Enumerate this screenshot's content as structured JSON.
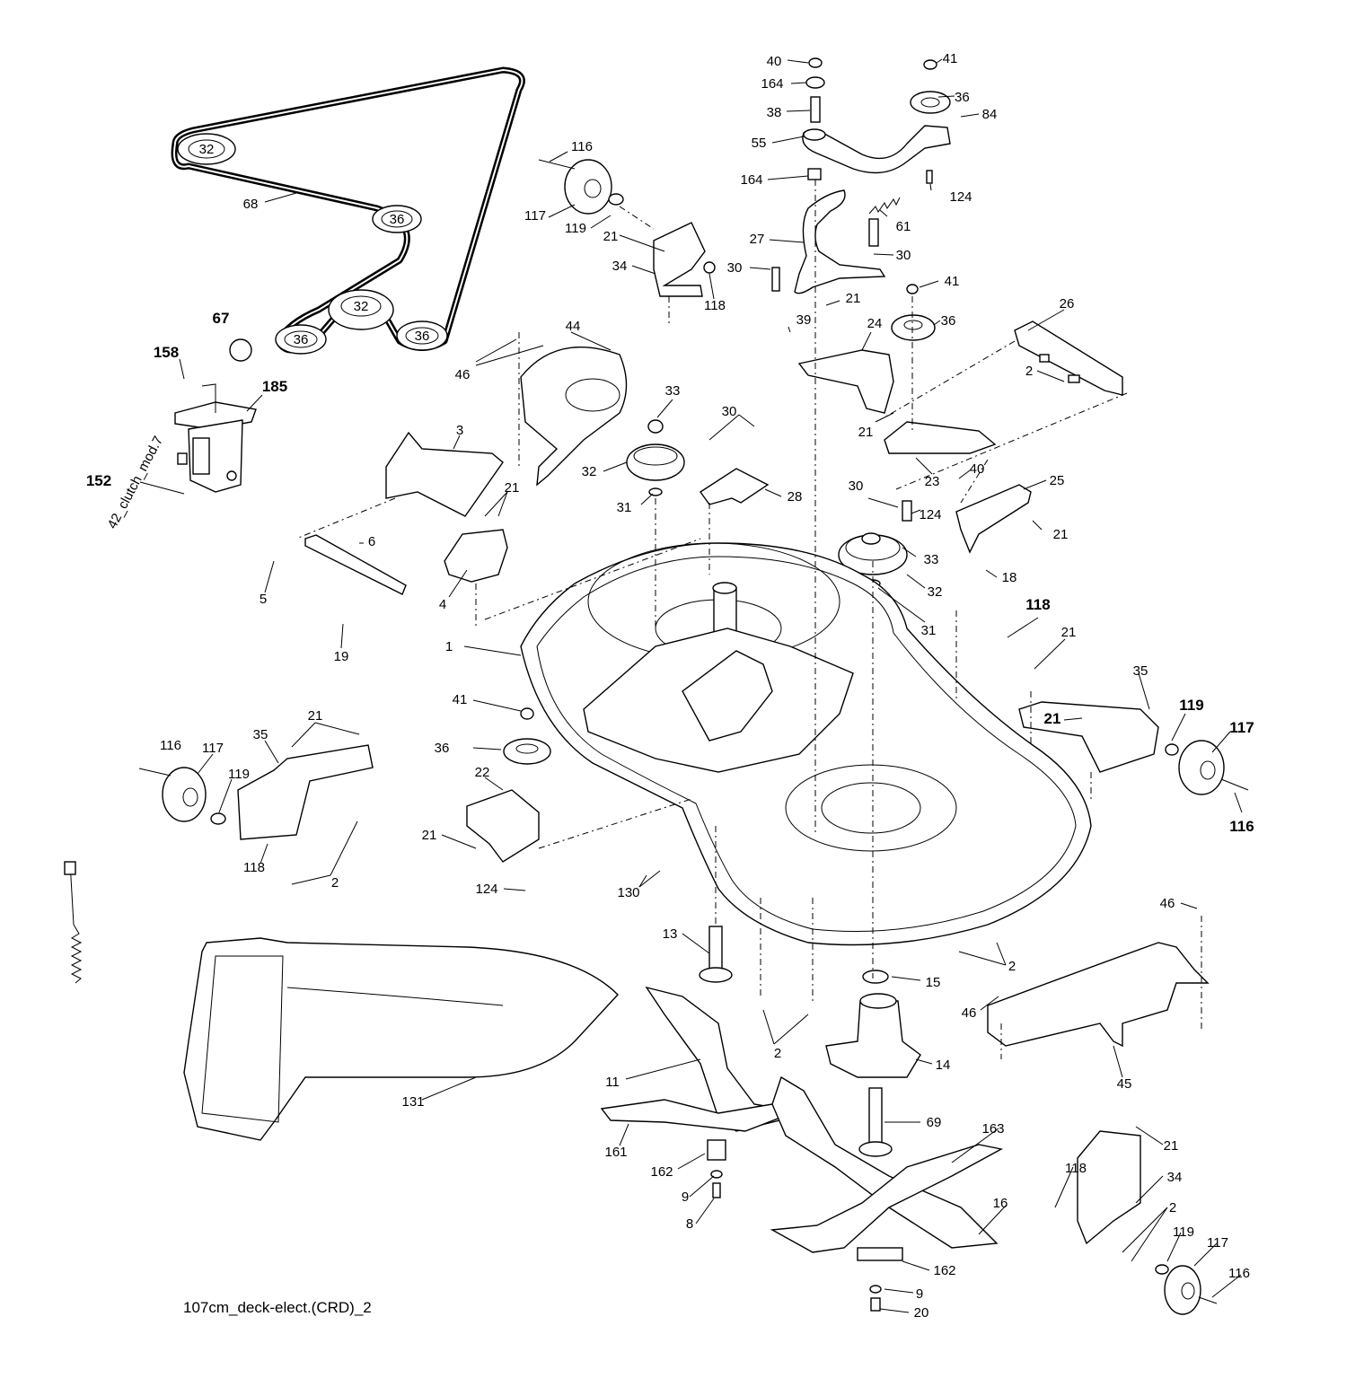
{
  "caption": "107cm_deck-elect.(CRD)_2",
  "cable_text": "42_clutch_mod.7",
  "labels": [
    {
      "id": "40a",
      "text": "40"
    },
    {
      "id": "41a",
      "text": "41"
    },
    {
      "id": "164a",
      "text": "164"
    },
    {
      "id": "36a",
      "text": "36"
    },
    {
      "id": "38",
      "text": "38"
    },
    {
      "id": "84",
      "text": "84"
    },
    {
      "id": "55",
      "text": "55"
    },
    {
      "id": "116a",
      "text": "116"
    },
    {
      "id": "164b",
      "text": "164"
    },
    {
      "id": "124a",
      "text": "124"
    },
    {
      "id": "68",
      "text": "68"
    },
    {
      "id": "117a",
      "text": "117"
    },
    {
      "id": "119a",
      "text": "119"
    },
    {
      "id": "61",
      "text": "61"
    },
    {
      "id": "21a",
      "text": "21"
    },
    {
      "id": "27",
      "text": "27"
    },
    {
      "id": "30a",
      "text": "30"
    },
    {
      "id": "34a",
      "text": "34"
    },
    {
      "id": "30b",
      "text": "30"
    },
    {
      "id": "118a",
      "text": "118"
    },
    {
      "id": "41b",
      "text": "41"
    },
    {
      "id": "21b",
      "text": "21"
    },
    {
      "id": "67",
      "text": "67"
    },
    {
      "id": "39",
      "text": "39"
    },
    {
      "id": "36b",
      "text": "36"
    },
    {
      "id": "26",
      "text": "26"
    },
    {
      "id": "24",
      "text": "24"
    },
    {
      "id": "44",
      "text": "44"
    },
    {
      "id": "158",
      "text": "158"
    },
    {
      "id": "46a",
      "text": "46"
    },
    {
      "id": "185",
      "text": "185"
    },
    {
      "id": "2a",
      "text": "2"
    },
    {
      "id": "33a",
      "text": "33"
    },
    {
      "id": "21c",
      "text": "21"
    },
    {
      "id": "30c",
      "text": "30"
    },
    {
      "id": "3",
      "text": "3"
    },
    {
      "id": "152",
      "text": "152"
    },
    {
      "id": "32a",
      "text": "32"
    },
    {
      "id": "23",
      "text": "23"
    },
    {
      "id": "40b",
      "text": "40"
    },
    {
      "id": "25",
      "text": "25"
    },
    {
      "id": "21d",
      "text": "21"
    },
    {
      "id": "28",
      "text": "28"
    },
    {
      "id": "30d",
      "text": "30"
    },
    {
      "id": "31a",
      "text": "31"
    },
    {
      "id": "124b",
      "text": "124"
    },
    {
      "id": "21e",
      "text": "21"
    },
    {
      "id": "6",
      "text": "6"
    },
    {
      "id": "33b",
      "text": "33"
    },
    {
      "id": "18",
      "text": "18"
    },
    {
      "id": "5",
      "text": "5"
    },
    {
      "id": "4",
      "text": "4"
    },
    {
      "id": "32b",
      "text": "32"
    },
    {
      "id": "118b",
      "text": "118"
    },
    {
      "id": "31b",
      "text": "31"
    },
    {
      "id": "19",
      "text": "19"
    },
    {
      "id": "21f",
      "text": "21"
    },
    {
      "id": "1",
      "text": "1"
    },
    {
      "id": "35a",
      "text": "35"
    },
    {
      "id": "41c",
      "text": "41"
    },
    {
      "id": "119b",
      "text": "119"
    },
    {
      "id": "21g",
      "text": "21"
    },
    {
      "id": "21h",
      "text": "21"
    },
    {
      "id": "117b",
      "text": "117"
    },
    {
      "id": "116b",
      "text": "116"
    },
    {
      "id": "117c",
      "text": "117"
    },
    {
      "id": "35b",
      "text": "35"
    },
    {
      "id": "36c",
      "text": "36"
    },
    {
      "id": "119c",
      "text": "119"
    },
    {
      "id": "22",
      "text": "22"
    },
    {
      "id": "116c",
      "text": "116"
    },
    {
      "id": "21i",
      "text": "21"
    },
    {
      "id": "118c",
      "text": "118"
    },
    {
      "id": "2b",
      "text": "2"
    },
    {
      "id": "124c",
      "text": "124"
    },
    {
      "id": "130",
      "text": "130"
    },
    {
      "id": "46b",
      "text": "46"
    },
    {
      "id": "13",
      "text": "13"
    },
    {
      "id": "2c",
      "text": "2"
    },
    {
      "id": "15",
      "text": "15"
    },
    {
      "id": "46c",
      "text": "46"
    },
    {
      "id": "2d",
      "text": "2"
    },
    {
      "id": "14",
      "text": "14"
    },
    {
      "id": "11",
      "text": "11"
    },
    {
      "id": "45",
      "text": "45"
    },
    {
      "id": "131",
      "text": "131"
    },
    {
      "id": "69",
      "text": "69"
    },
    {
      "id": "163",
      "text": "163"
    },
    {
      "id": "161",
      "text": "161"
    },
    {
      "id": "21j",
      "text": "21"
    },
    {
      "id": "162a",
      "text": "162"
    },
    {
      "id": "118d",
      "text": "118"
    },
    {
      "id": "34b",
      "text": "34"
    },
    {
      "id": "9a",
      "text": "9"
    },
    {
      "id": "2e",
      "text": "2"
    },
    {
      "id": "16",
      "text": "16"
    },
    {
      "id": "8",
      "text": "8"
    },
    {
      "id": "119d",
      "text": "119"
    },
    {
      "id": "117d",
      "text": "117"
    },
    {
      "id": "162b",
      "text": "162"
    },
    {
      "id": "116d",
      "text": "116"
    },
    {
      "id": "9b",
      "text": "9"
    },
    {
      "id": "20",
      "text": "20"
    }
  ],
  "pulley_marks": [
    {
      "id": "p32a",
      "text": "32"
    },
    {
      "id": "p36a",
      "text": "36"
    },
    {
      "id": "p32b",
      "text": "32"
    },
    {
      "id": "p36b",
      "text": "36"
    },
    {
      "id": "p36c",
      "text": "36"
    }
  ]
}
